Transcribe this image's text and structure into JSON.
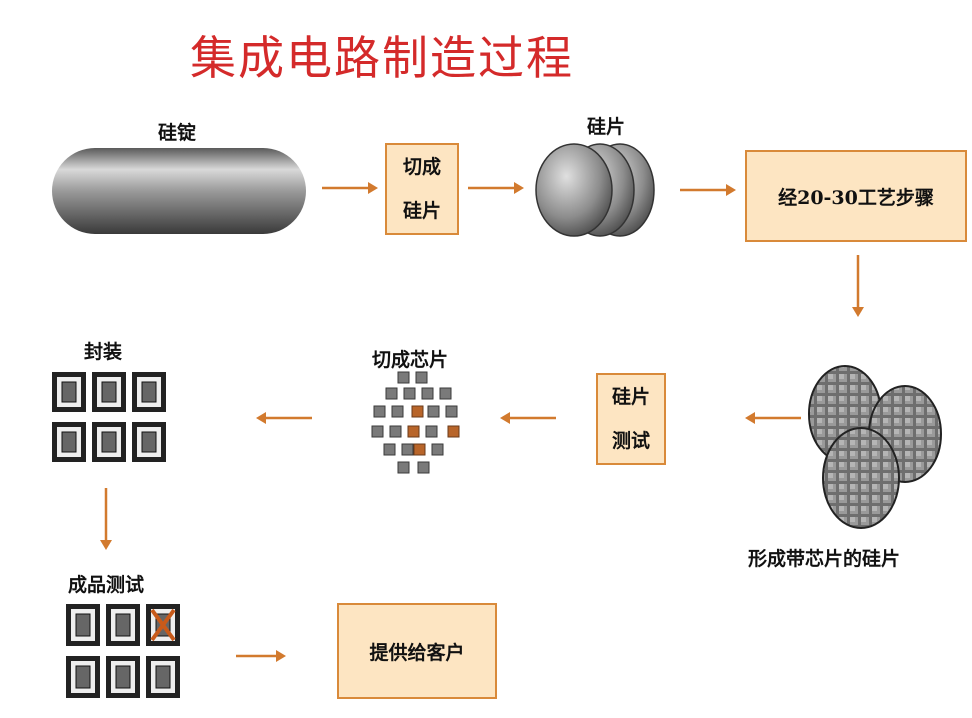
{
  "title": "集成电路制造过程",
  "labels": {
    "ingot": "硅锭",
    "wafer": "硅片",
    "chips_wafer": "形成带芯片的硅片",
    "dice": "切成芯片",
    "package": "封装",
    "final_test": "成品测试"
  },
  "boxes": {
    "slice_line1": "切成",
    "slice_line2": "硅片",
    "process": "经20-30工艺步骤",
    "test_line1": "硅片",
    "test_line2": "测试",
    "deliver": "提供给客户"
  },
  "colors": {
    "title": "#d42a2a",
    "arrow": "#d27a2e",
    "box_fill": "#fde5c2",
    "box_border": "#d98a3a"
  }
}
